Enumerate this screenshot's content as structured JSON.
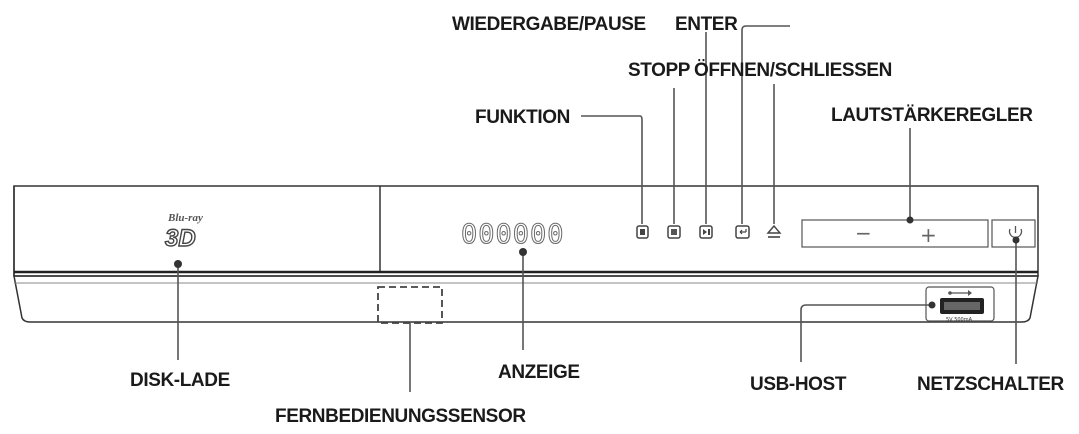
{
  "labels": {
    "play_pause": "WIEDERGABE/PAUSE",
    "enter": "ENTER",
    "stop": "STOPP",
    "open_close": "ÖFFNEN/SCHLIESSEN",
    "function": "FUNKTION",
    "volume": "LAUTSTÄRKEREGLER",
    "disc_tray": "DISK-LADE",
    "display": "ANZEIGE",
    "usb_host": "USB-HOST",
    "power": "NETZSCHALTER",
    "remote_sensor": "FERNBEDIENUNGSSENSOR"
  },
  "device": {
    "logo_small": "Blu-ray",
    "logo_large": "3D",
    "display_digits": "000000",
    "usb_rating": "5V 500mA",
    "volume_minus": "−",
    "volume_plus": "+"
  },
  "icons": [
    "function-button-icon",
    "stop-button-icon",
    "play-pause-button-icon",
    "enter-button-icon",
    "eject-button-icon",
    "power-button-icon",
    "usb-symbol-icon"
  ]
}
